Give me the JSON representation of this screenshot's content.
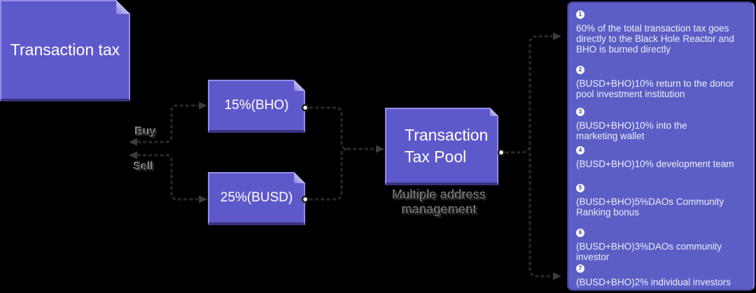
{
  "diagram": {
    "tax_box_label": "Transaction tax",
    "buy_label": "Buy",
    "sell_label": "Sell",
    "bho_box_label": "15%(BHO)",
    "busd_box_label": "25%(BUSD)",
    "pool_box_label": "Transaction\nTax Pool",
    "pool_caption": "Multiple address management"
  },
  "panel": {
    "items": [
      {
        "num": "1",
        "text": "60% of the total transaction tax goes\ndirectly to the Black Hole Reactor and\nBHO is burned directly"
      },
      {
        "num": "2",
        "text": "(BUSD+BHO)10% return to the donor\npool investment institution"
      },
      {
        "num": "3",
        "text": "(BUSD+BHO)10% into the\nmarketing wallet"
      },
      {
        "num": "4",
        "text": "(BUSD+BHO)10% development team"
      },
      {
        "num": "5",
        "text": "(BUSD+BHO)5%DAOs Community\nRanking bonus"
      },
      {
        "num": "6",
        "text": "(BUSD+BHO)3%DAOs community investor"
      },
      {
        "num": "7",
        "text": "(BUSD+BHO)2% individual investors"
      }
    ]
  },
  "colors": {
    "box-fill": "#5e59cb",
    "box-border": "#938ee5",
    "panel-fill": "#5c5ec5",
    "panel-border": "#3c3c8e",
    "text-light": "#ededfa",
    "badge-bg": "#f7f7ff",
    "badge-num": "#4a49ab",
    "dash": "#282828",
    "arrow": "#3c3c3c",
    "label-dark": "#2e2e2e",
    "label-ghost": "#8a8a8a"
  }
}
